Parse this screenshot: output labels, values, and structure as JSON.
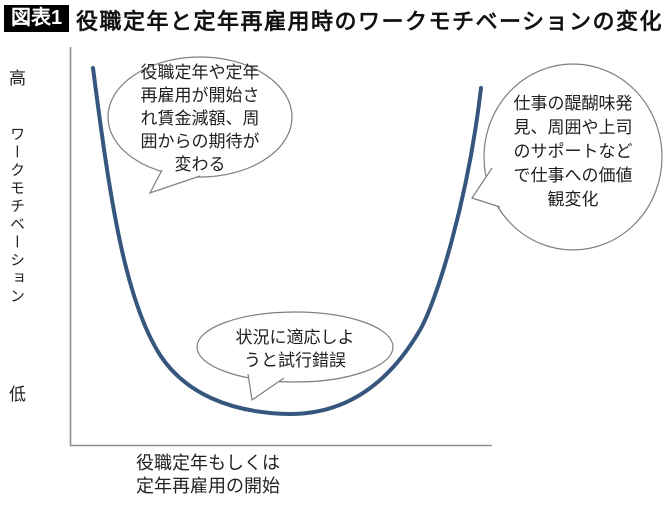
{
  "header": {
    "badge": "図表1",
    "title": "役職定年と定年再雇用時のワークモチベーションの変化"
  },
  "y_axis": {
    "high_label": "高",
    "axis_title": "ワークモチベーション",
    "low_label": "低"
  },
  "x_axis": {
    "label": "役職定年もしくは\n定年再雇用の開始"
  },
  "annotations": {
    "left_bubble": "役職定年や定年\n再雇用が開始さ\nれ賃金減額、周\n囲からの期待が\n変わる",
    "middle_bubble": "状況に適応しよ\nうと試行錯誤",
    "right_bubble": "仕事の醍醐味発\n見、周囲や上司\nのサポートなど\nで仕事への価値\n観変化"
  },
  "colors": {
    "curve": "#37567d",
    "axis": "#8f8f8f",
    "bubble_border": "#7f7f7f",
    "badge_bg": "#000000",
    "badge_text": "#ffffff"
  },
  "chart_data": {
    "type": "line",
    "figure_label": "図表1",
    "title": "役職定年と定年再雇用時のワークモチベーションの変化",
    "xlabel": "役職定年もしくは定年再雇用の開始",
    "ylabel": "ワークモチベーション",
    "y_axis_qualitative": {
      "top": "高",
      "bottom": "低"
    },
    "axes_numeric": false,
    "grid": false,
    "legend": false,
    "series": [
      {
        "name": "ワークモチベーション",
        "shape": "U-curve",
        "x_normalized": [
          0.0,
          0.03,
          0.06,
          0.11,
          0.17,
          0.23,
          0.33,
          0.51,
          0.66,
          0.76,
          0.84,
          0.88,
          0.92,
          0.95,
          0.98,
          1.0
        ],
        "y_normalized": [
          0.95,
          0.62,
          0.54,
          0.41,
          0.23,
          0.2,
          0.12,
          0.08,
          0.12,
          0.2,
          0.29,
          0.4,
          0.57,
          0.67,
          0.79,
          0.9
        ]
      }
    ],
    "annotations": [
      {
        "position": "start-high-left",
        "text": "役職定年や定年再雇用が開始され賃金減額、周囲からの期待が変わる"
      },
      {
        "position": "bottom-middle",
        "text": "状況に適応しようと試行錯誤"
      },
      {
        "position": "end-high-right",
        "text": "仕事の醍醐味発見、周囲や上司のサポートなどで仕事への価値観変化"
      }
    ]
  }
}
